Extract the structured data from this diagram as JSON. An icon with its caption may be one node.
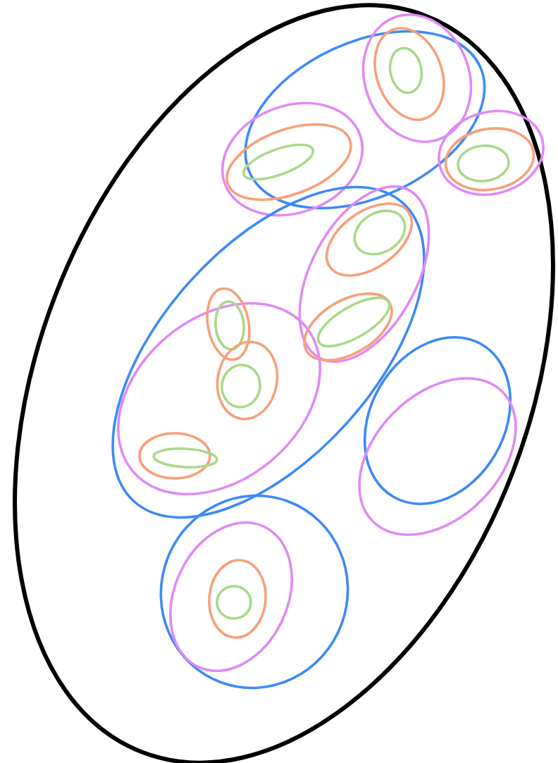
{
  "diagram": {
    "nodes": [
      {
        "text": [],
        "shape": "ellipse"
      },
      {
        "text": [],
        "shape": "ellipse",
        "in": 0
      },
      {
        "text": [],
        "shape": "ellipse",
        "in": 0
      },
      {
        "text": [],
        "shape": "ellipse",
        "in": 2
      },
      {
        "text": [],
        "shape": "ellipse",
        "in": 3
      },
      {
        "text": [],
        "shape": "ellipse",
        "in": 0
      },
      {
        "text": [],
        "shape": "ellipse",
        "in": 5
      },
      {
        "text": [],
        "shape": "ellipse",
        "in": 6
      },
      {
        "text": [],
        "shape": "ellipse",
        "in": 0
      },
      {
        "text": [],
        "shape": "ellipse",
        "in": 8
      },
      {
        "text": [],
        "shape": "ellipse",
        "in": 9
      },
      {
        "text": [],
        "shape": "ellipse",
        "in": 0
      },
      {
        "text": [],
        "shape": "ellipse",
        "in": 11
      },
      {
        "text": [],
        "shape": "ellipse",
        "in": 12
      },
      {
        "text": [],
        "shape": "ellipse",
        "in": 13
      },
      {
        "text": [],
        "shape": "ellipse",
        "in": 12
      },
      {
        "text": [],
        "shape": "ellipse",
        "in": 15
      },
      {
        "text": [],
        "shape": "ellipse",
        "in": 11
      },
      {
        "text": [],
        "shape": "ellipse",
        "in": 11
      },
      {
        "text": [],
        "shape": "ellipse"
      },
      {
        "text": [],
        "shape": "ellipse",
        "in": 17
      },
      {
        "text": [],
        "shape": "ellipse",
        "in": 20
      },
      {
        "text": [],
        "shape": "ellipse",
        "in": 17
      },
      {
        "text": [],
        "shape": "ellipse",
        "in": 17
      },
      {
        "text": [],
        "shape": "ellipse",
        "in": 0
      },
      {
        "text": [],
        "shape": "ellipse",
        "in": 0
      },
      {
        "text": [],
        "shape": "ellipse",
        "in": 0
      },
      {
        "text": [],
        "shape": "ellipse",
        "in": 26
      },
      {
        "text": [],
        "shape": "ellipse",
        "in": 27
      },
      {
        "text": [],
        "shape": "ellipse",
        "in": 28
      }
    ]
  }
}
